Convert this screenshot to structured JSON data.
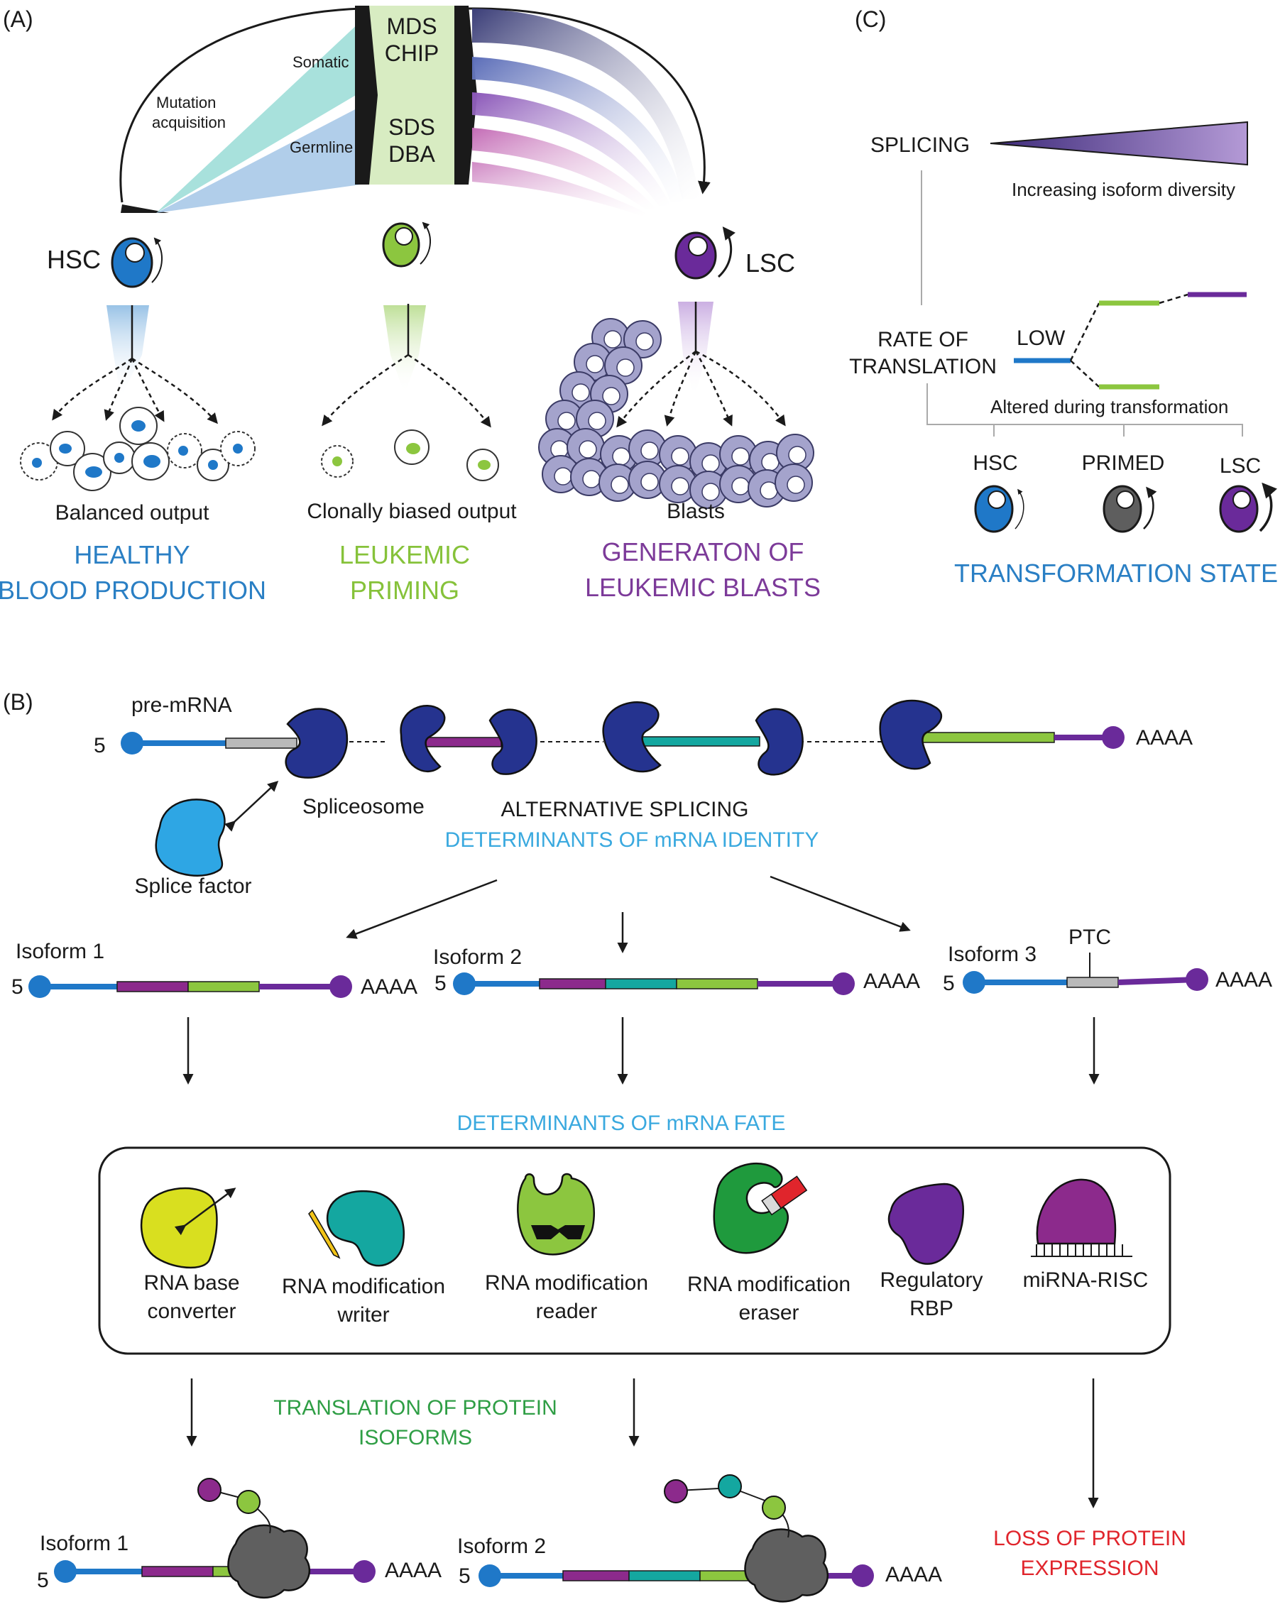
{
  "panels": {
    "a": "(A)",
    "b": "(B)",
    "c": "(C)"
  },
  "panel_a": {
    "box_top": [
      "MDS",
      "CHIP"
    ],
    "box_bottom": [
      "SDS",
      "DBA"
    ],
    "somatic": "Somatic",
    "germline": "Germline",
    "mutation": [
      "Mutation",
      "acquisition"
    ],
    "hsc": "HSC",
    "lsc": "LSC",
    "outputs": [
      "Balanced output",
      "Clonally biased output",
      "Blasts"
    ],
    "healthy": [
      "HEALTHY",
      "BLOOD PRODUCTION"
    ],
    "priming": [
      "LEUKEMIC",
      "PRIMING"
    ],
    "generation": [
      "GENERATON OF",
      "LEUKEMIC BLASTS"
    ]
  },
  "panel_c": {
    "splicing": "SPLICING",
    "isoform_diversity": "Increasing isoform diversity",
    "rate": [
      "RATE OF",
      "TRANSLATION"
    ],
    "low": "LOW",
    "altered": "Altered during transformation",
    "states": [
      "HSC",
      "PRIMED",
      "LSC"
    ],
    "transformation_state": "TRANSFORMATION STATE"
  },
  "panel_b": {
    "pre_mrna": "pre-mRNA",
    "five": "5",
    "polya": "AAAA",
    "spliceosome": "Spliceosome",
    "splice_factor": "Splice factor",
    "alt_splicing": "ALTERNATIVE SPLICING",
    "identity": "DETERMINANTS OF mRNA IDENTITY",
    "isoforms": [
      "Isoform 1",
      "Isoform 2",
      "Isoform 3"
    ],
    "ptc": "PTC",
    "fate": "DETERMINANTS OF mRNA FATE",
    "factors": [
      [
        "RNA base",
        "converter"
      ],
      [
        "RNA modification",
        "writer"
      ],
      [
        "RNA modification",
        "reader"
      ],
      [
        "RNA modification",
        "eraser"
      ],
      [
        "Regulatory",
        "RBP"
      ],
      [
        "miRNA-RISC",
        ""
      ]
    ],
    "translation": [
      "TRANSLATION OF PROTEIN",
      "ISOFORMS"
    ],
    "loss": [
      "LOSS OF PROTEIN",
      "EXPRESSION"
    ]
  },
  "colors": {
    "blue": "#1f78c8",
    "green": "#8cc63f",
    "purple": "#6a2a9a",
    "teal": "#14a7a0",
    "magenta": "#8c2a8c",
    "navy": "#25338f",
    "cell_lilac": "#a4a3cc"
  }
}
